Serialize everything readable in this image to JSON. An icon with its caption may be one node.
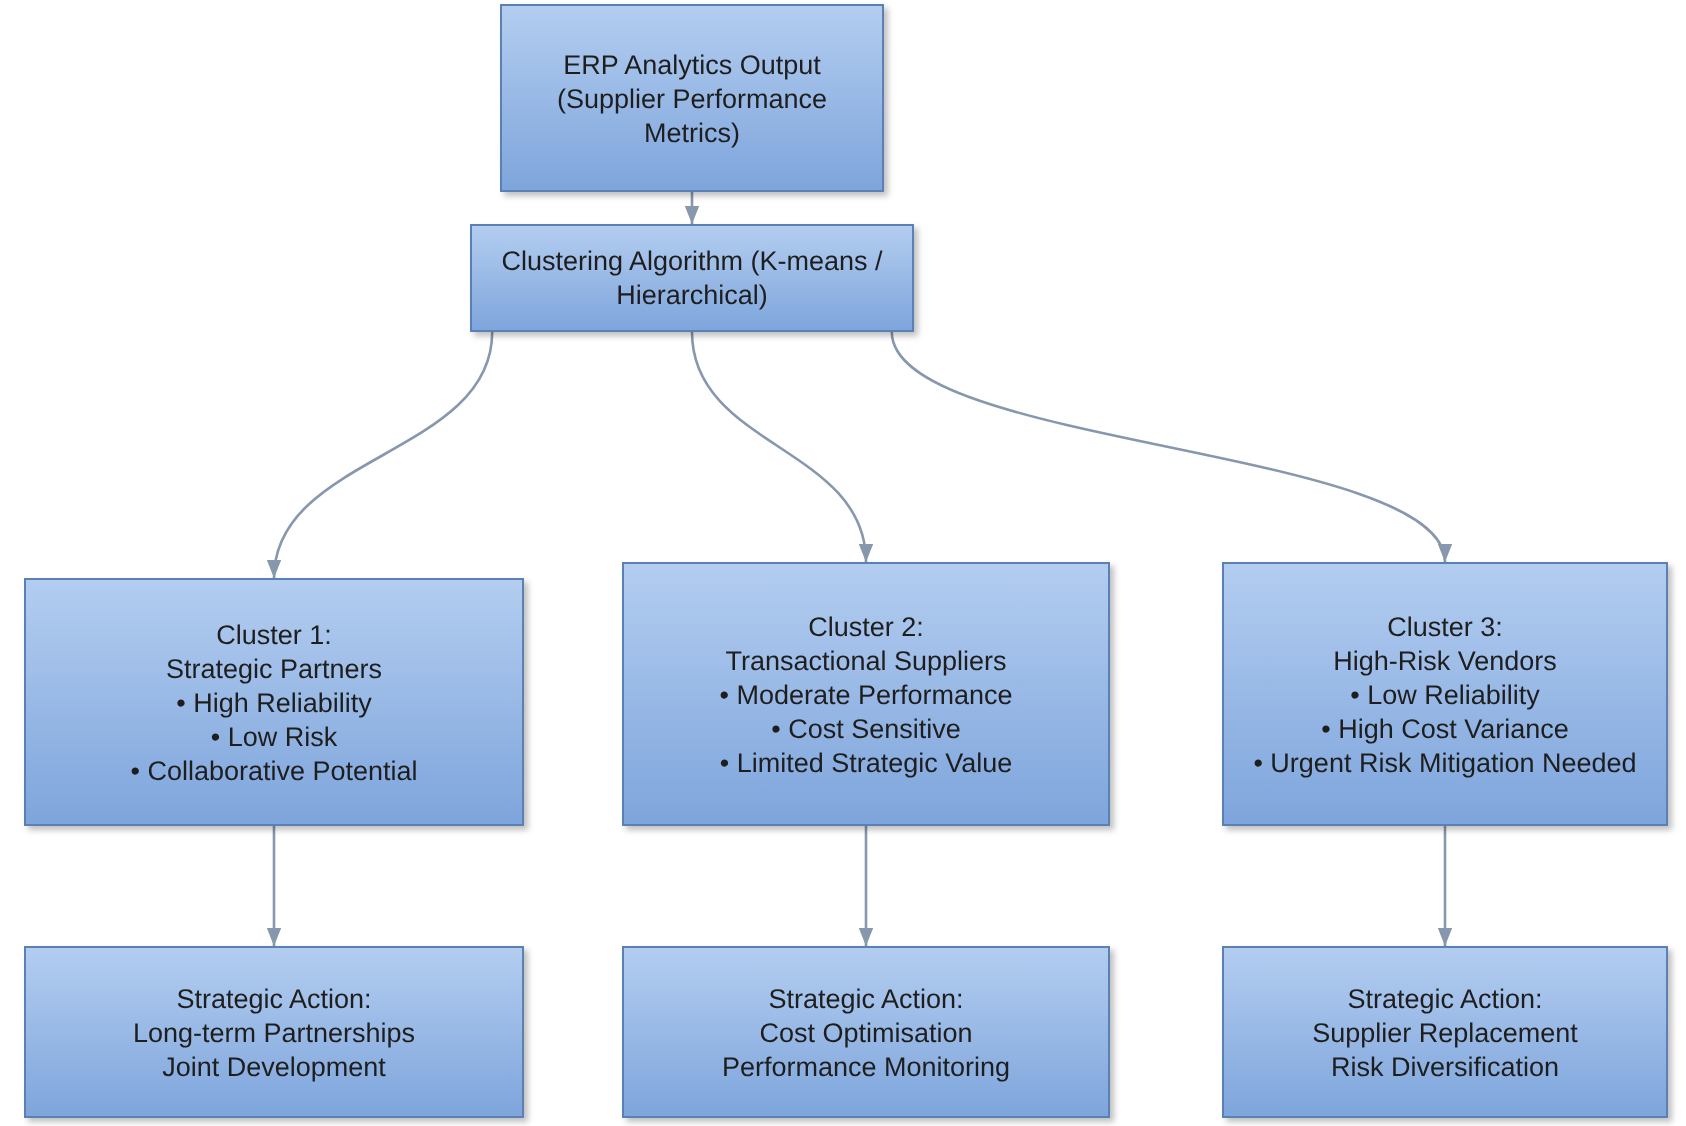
{
  "diagram": {
    "nodes": [
      {
        "text": [
          "ERP Analytics Output (Supplier Performance Metrics)"
        ]
      },
      {
        "text": [
          "Clustering Algorithm (K-means / Hierarchical)"
        ]
      },
      {
        "text": [
          "Cluster 1:",
          "Strategic Partners",
          "• High Reliability",
          "• Low Risk",
          "• Collaborative Potential"
        ]
      },
      {
        "text": [
          "Cluster 2:",
          "Transactional Suppliers",
          "• Moderate Performance",
          "• Cost Sensitive",
          "• Limited Strategic Value"
        ]
      },
      {
        "text": [
          "Cluster 3:",
          "High-Risk Vendors",
          "• Low Reliability",
          "• High Cost Variance",
          "• Urgent Risk Mitigation Needed"
        ]
      },
      {
        "text": [
          "Strategic Action:",
          "Long-term Partnerships",
          "Joint Development"
        ]
      },
      {
        "text": [
          "Strategic Action:",
          "Cost Optimisation",
          "Performance Monitoring"
        ]
      },
      {
        "text": [
          "Strategic Action:",
          "Supplier Replacement",
          "Risk Diversification"
        ]
      }
    ],
    "edges": [
      {
        "from": 0,
        "to": 1,
        "arrow": "to"
      },
      {
        "from": 1,
        "to": 2,
        "arrow": "to"
      },
      {
        "from": 1,
        "to": 3,
        "arrow": "to"
      },
      {
        "from": 1,
        "to": 4,
        "arrow": "to"
      },
      {
        "from": 2,
        "to": 5,
        "arrow": "to"
      },
      {
        "from": 3,
        "to": 6,
        "arrow": "to"
      },
      {
        "from": 4,
        "to": 7,
        "arrow": "to"
      }
    ]
  }
}
